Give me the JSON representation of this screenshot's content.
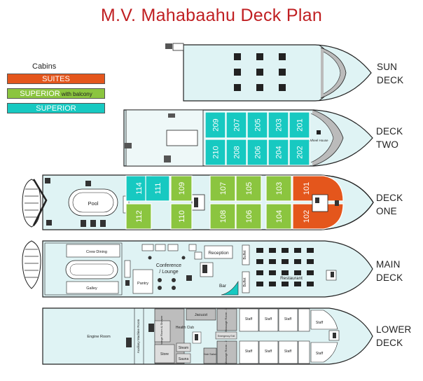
{
  "title": "M.V. Mahabaahu Deck Plan",
  "legend": {
    "title": "Cabins",
    "items": [
      {
        "label": "SUITES",
        "suffix": "",
        "color": "#e4561c"
      },
      {
        "label": "SUPERIOR",
        "suffix": "with balcony",
        "color": "#8bc53f"
      },
      {
        "label": "SUPERIOR",
        "suffix": "",
        "color": "#17c9c1"
      }
    ]
  },
  "colors": {
    "deck_fill": "#dff3f4",
    "outline": "#222222",
    "teal": "#17c9c1",
    "green": "#8bc53f",
    "orange": "#e4561c"
  },
  "decks": {
    "sun": {
      "line1": "SUN",
      "line2": "DECK"
    },
    "two": {
      "line1": "DECK",
      "line2": "TWO",
      "cabins_top": [
        "209",
        "207",
        "205",
        "203",
        "201"
      ],
      "cabins_bottom": [
        "210",
        "208",
        "206",
        "204",
        "202"
      ],
      "wheel_house": "Wheel House"
    },
    "one": {
      "line1": "DECK",
      "line2": "ONE",
      "cabins_top": [
        "114",
        "111",
        "109",
        "107",
        "105",
        "103",
        "101"
      ],
      "cabins_bottom": [
        "112",
        "110",
        "108",
        "106",
        "104",
        "102"
      ],
      "pool": "Pool"
    },
    "main": {
      "line1": "MAIN",
      "line2": "DECK",
      "crew_dining": "Crew Dining",
      "galley": "Galley",
      "pantry": "Pantry",
      "conference_line1": "Conference",
      "conference_line2": "/ Lounge",
      "reception": "Reception",
      "bar": "Bar",
      "buffet": "Buffet",
      "restaurant": "Restaurant"
    },
    "lower": {
      "line1": "LOWER",
      "line2": "DECK",
      "engine_room": "Engine Room",
      "auxiliary": "Auxiliary Machine Room",
      "change_room": "Change Room & Shower",
      "store": "Store",
      "steam": "Steam",
      "sauna": "Sauna",
      "health_club": "Health Club",
      "jacuzzi": "Jacuzzi",
      "hair_salon": "Hair Salon",
      "emergency": "Emergency Exit",
      "massage1": "Massage Room - 1",
      "massage2": "Massage Room - 2",
      "staff": "Staff"
    }
  }
}
